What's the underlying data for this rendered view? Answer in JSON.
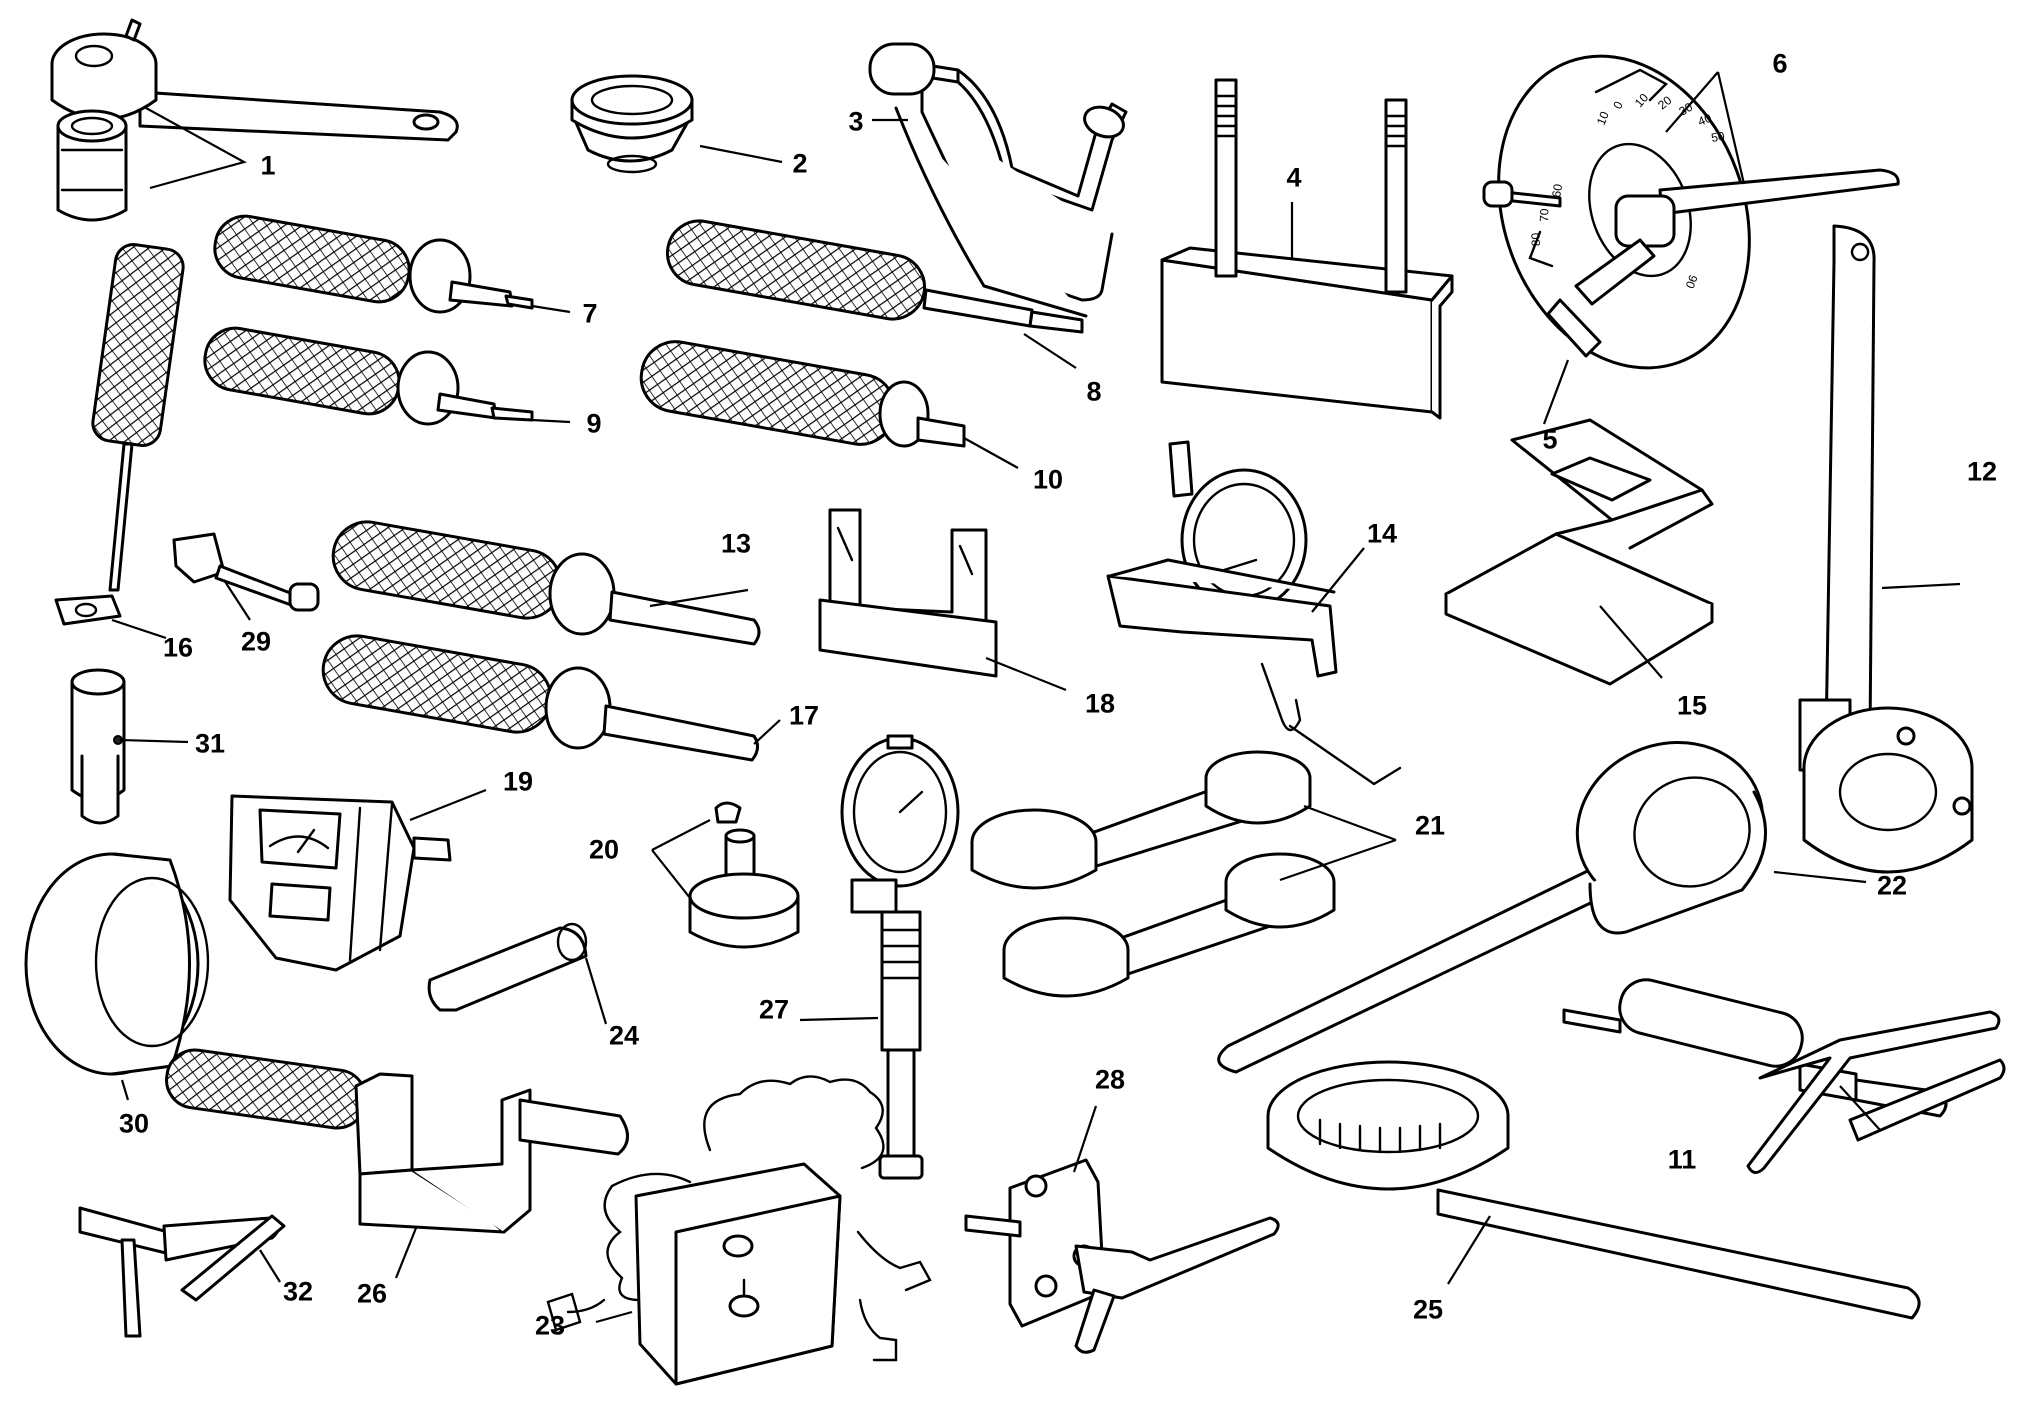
{
  "diagram": {
    "parts": [
      {
        "id": "1",
        "label": "1"
      },
      {
        "id": "2",
        "label": "2"
      },
      {
        "id": "3",
        "label": "3"
      },
      {
        "id": "4",
        "label": "4"
      },
      {
        "id": "5",
        "label": "5"
      },
      {
        "id": "6",
        "label": "6"
      },
      {
        "id": "7",
        "label": "7"
      },
      {
        "id": "8",
        "label": "8"
      },
      {
        "id": "9",
        "label": "9"
      },
      {
        "id": "10",
        "label": "10"
      },
      {
        "id": "11",
        "label": "11"
      },
      {
        "id": "12",
        "label": "12"
      },
      {
        "id": "13",
        "label": "13"
      },
      {
        "id": "14",
        "label": "14"
      },
      {
        "id": "15",
        "label": "15"
      },
      {
        "id": "16",
        "label": "16"
      },
      {
        "id": "17",
        "label": "17"
      },
      {
        "id": "18",
        "label": "18"
      },
      {
        "id": "19",
        "label": "19"
      },
      {
        "id": "20",
        "label": "20"
      },
      {
        "id": "21",
        "label": "21"
      },
      {
        "id": "22",
        "label": "22"
      },
      {
        "id": "23",
        "label": "23"
      },
      {
        "id": "24",
        "label": "24"
      },
      {
        "id": "25",
        "label": "25"
      },
      {
        "id": "26",
        "label": "26"
      },
      {
        "id": "27",
        "label": "27"
      },
      {
        "id": "28",
        "label": "28"
      },
      {
        "id": "29",
        "label": "29"
      },
      {
        "id": "30",
        "label": "30"
      },
      {
        "id": "31",
        "label": "31"
      },
      {
        "id": "32",
        "label": "32"
      }
    ],
    "degree_wheel_scale": [
      "10",
      "0",
      "10",
      "20",
      "30",
      "40",
      "50",
      "60",
      "70",
      "80",
      "90"
    ]
  }
}
